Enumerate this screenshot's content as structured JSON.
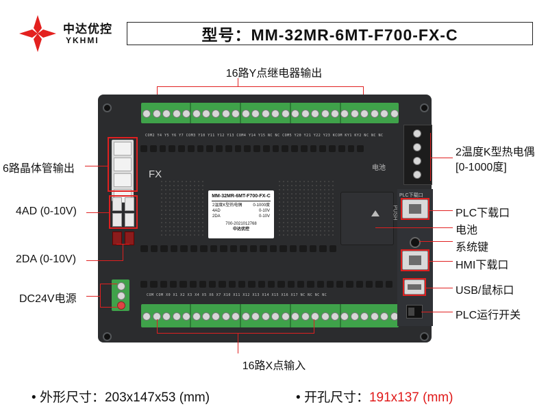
{
  "brand": {
    "name_cn": "中达优控",
    "name_en": "YKHMI"
  },
  "model_line": "型号：MM-32MR-6MT-F700-FX-C",
  "callouts": {
    "top": "16路Y点继电器输出",
    "bottom": "16路X点输入",
    "left": [
      "6路晶体管输出",
      "4AD (0-10V)",
      "2DA (0-10V)",
      "DC24V电源"
    ],
    "right": [
      "2温度K型热电偶",
      "[0-1000度]",
      "PLC下载口",
      "电池",
      "系统键",
      "HMI下载口",
      "USB/鼠标口",
      "PLC运行开关"
    ]
  },
  "device": {
    "fx_label": "FX",
    "battery_label": "电池",
    "top_pins": "COM2 Y4 Y5 Y6 Y7 COM3 Y10 Y11 Y12 Y13 COM4 Y14 Y15 NC NC COM5 Y20 Y21 Y22 Y23 KCOM KY1 KY2 NC NC NC",
    "bottom_pins": "COM COM X0 X1 X2 X3 X4 X5 X6 X7 X10 X11 X12 X13 X14 X15 X16 X17 NC NC NC NC",
    "nameplate": {
      "title": "MM-32MR-6MT-F700-FX-C",
      "rows": [
        [
          "2温度K型热电偶",
          "0-1000度"
        ],
        [
          "4AD",
          "0-10V"
        ],
        [
          "2DA",
          "0-10V"
        ]
      ],
      "serial": "700-2021012768",
      "brand": "中达优控"
    },
    "plc_port_label": "PLC下载口",
    "push_label": "PUSH"
  },
  "footer": {
    "dims_label": "外形尺寸：",
    "dims_value": "203x147x53 (mm)",
    "cutout_label": "开孔尺寸：",
    "cutout_value": "191x137 (mm)",
    "bullet": "•"
  },
  "colors": {
    "accent_red": "#e02020",
    "terminal_green": "#3fa24a",
    "housing": "#2b2c2e"
  }
}
